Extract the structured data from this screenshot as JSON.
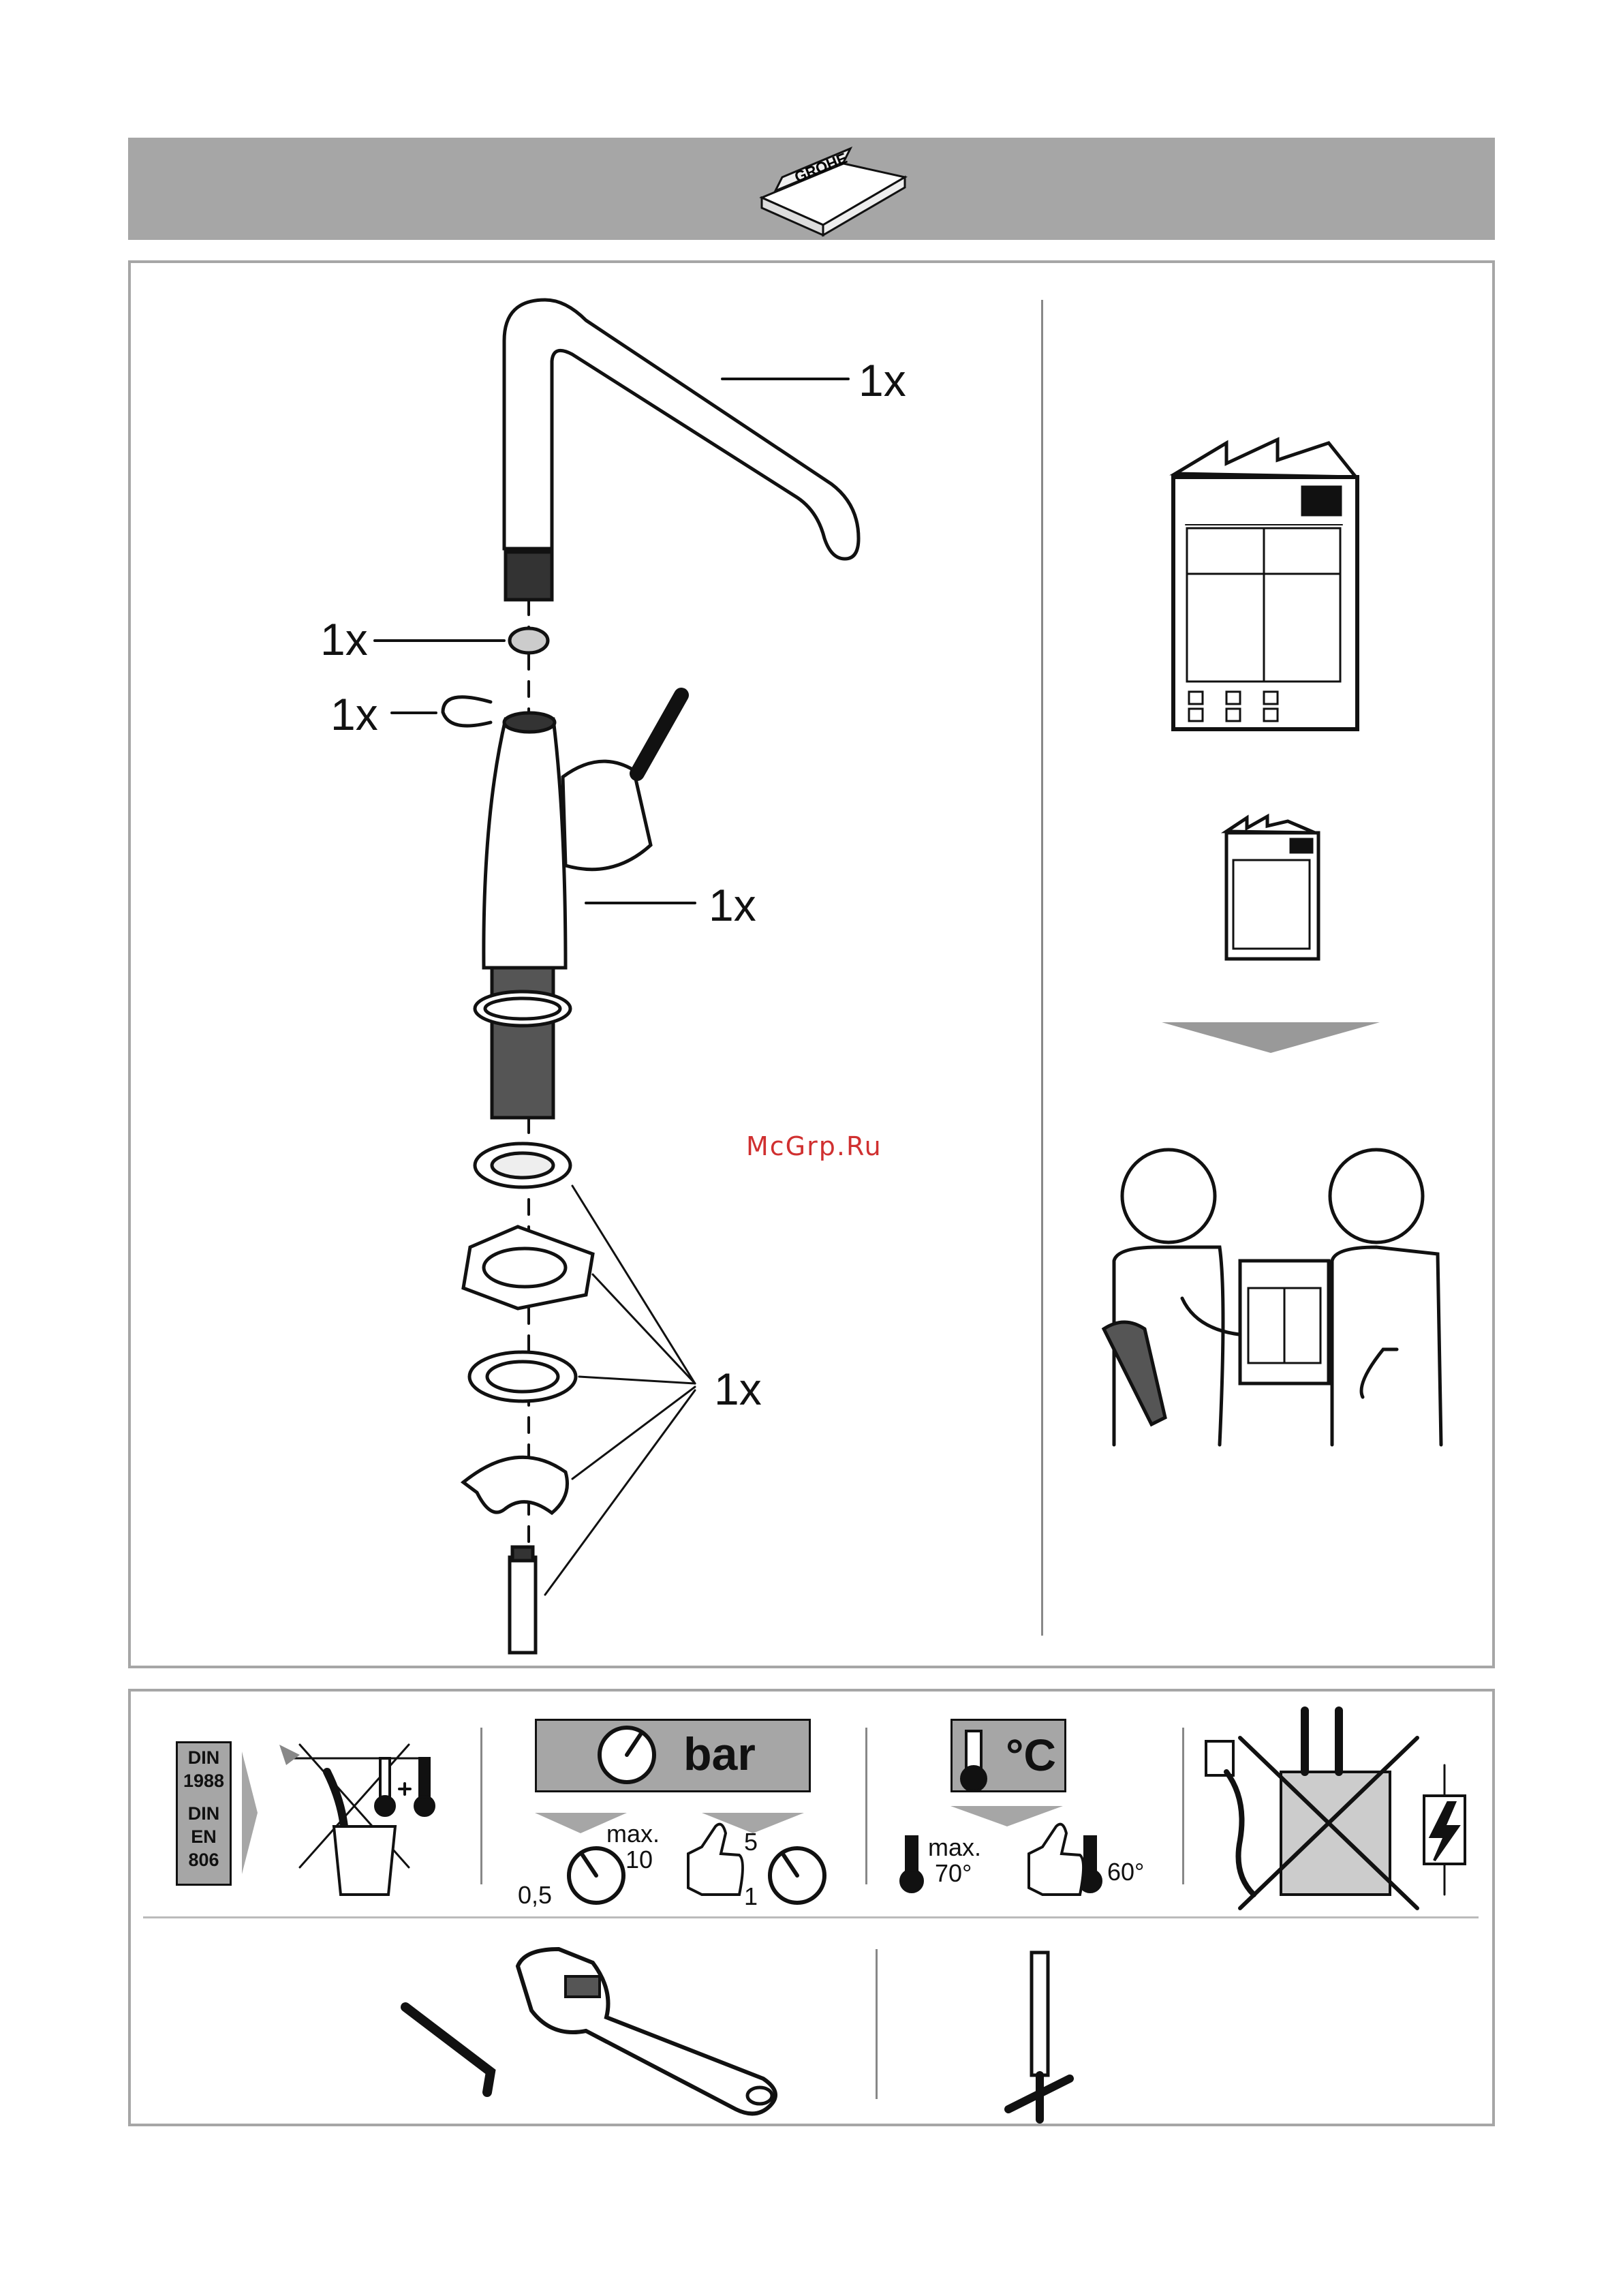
{
  "header": {
    "logo_text": "GROHE"
  },
  "parts": {
    "spout_qty": "1x",
    "nut_qty": "1x",
    "clip_qty": "1x",
    "body_qty": "1x",
    "mounting_set_qty": "1x"
  },
  "watermark": "McGrp.Ru",
  "requirements": {
    "din_lines": [
      "DIN",
      "1988",
      "DIN",
      "EN",
      "806"
    ],
    "pressure_unit": "bar",
    "pressure_min": "0,5",
    "pressure_max_label": "max.",
    "pressure_max": "10",
    "pressure_rec_high": "5",
    "pressure_rec_low": "1",
    "temp_unit": "°C",
    "temp_max_label": "max.",
    "temp_max": "70°",
    "temp_rec": "60°"
  },
  "icons": {
    "logo": "grohe-box-icon",
    "manual": "manual-booklet-icon",
    "wrench": "adjustable-wrench-icon",
    "hex_key": "hex-key-icon",
    "socket_tool": "socket-tool-icon",
    "gauge": "pressure-gauge-icon",
    "thermometer": "thermometer-icon",
    "thumbs_up": "thumbs-up-icon",
    "lightning": "lightning-icon"
  },
  "colors": {
    "frame": "#a6a6a6",
    "line": "#111111",
    "watermark": "#d03030"
  }
}
